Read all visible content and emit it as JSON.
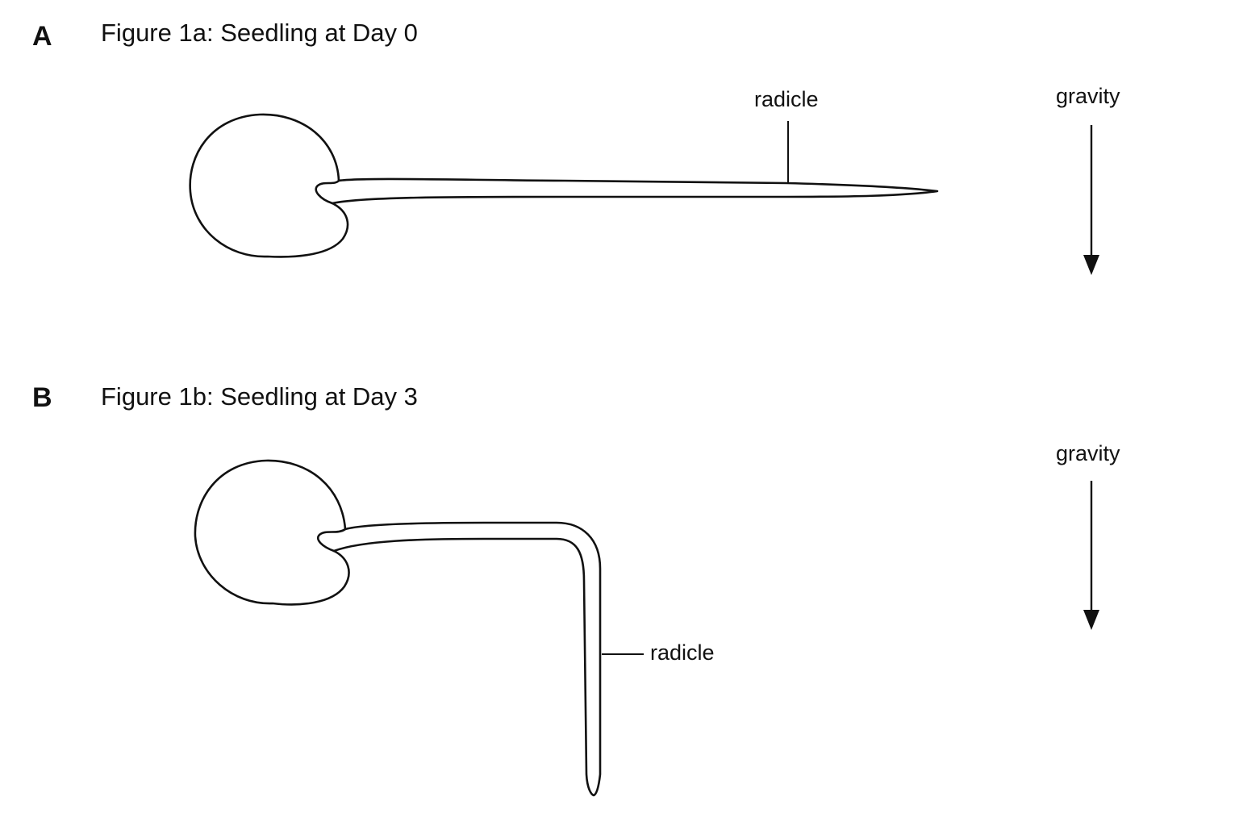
{
  "panels": [
    {
      "letter": "A",
      "title": "Figure 1a: Seedling at Day 0",
      "radicle_label": "radicle",
      "gravity_label": "gravity"
    },
    {
      "letter": "B",
      "title": "Figure 1b: Seedling at Day 3",
      "radicle_label": "radicle",
      "gravity_label": "gravity"
    }
  ]
}
